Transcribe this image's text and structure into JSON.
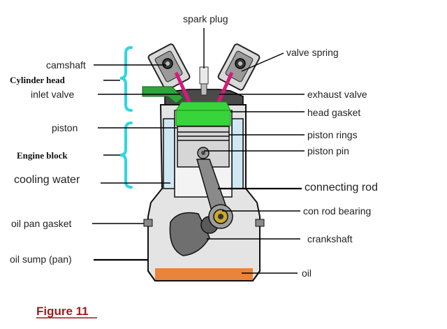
{
  "labels": {
    "spark_plug": "spark plug",
    "camshaft": "camshaft",
    "cylinder_head": "Cylinder head",
    "inlet_valve": "inlet valve",
    "valve_spring": "valve spring",
    "exhaust_valve": "exhaust valve",
    "head_gasket": "head gasket",
    "piston": "piston",
    "piston_rings": "piston rings",
    "engine_block": "Engine block",
    "piston_pin": "piston pin",
    "cooling_water": "cooling water",
    "connecting_rod": "connecting rod",
    "oil_pan_gasket": "oil pan gasket",
    "con_rod_bearing": "con rod bearing",
    "crankshaft": "crankshaft",
    "oil_sump": "oil sump (pan)",
    "oil": "oil"
  },
  "caption": "Figure 11",
  "colors": {
    "bracket": "#2fd6e6",
    "combustion": "#39d43b",
    "inlet_manifold": "#2fa43a",
    "valve": "#d6197a",
    "water_jacket": "#cfe8f4",
    "oil": "#e8843c",
    "caption": "#9b1c1c"
  }
}
